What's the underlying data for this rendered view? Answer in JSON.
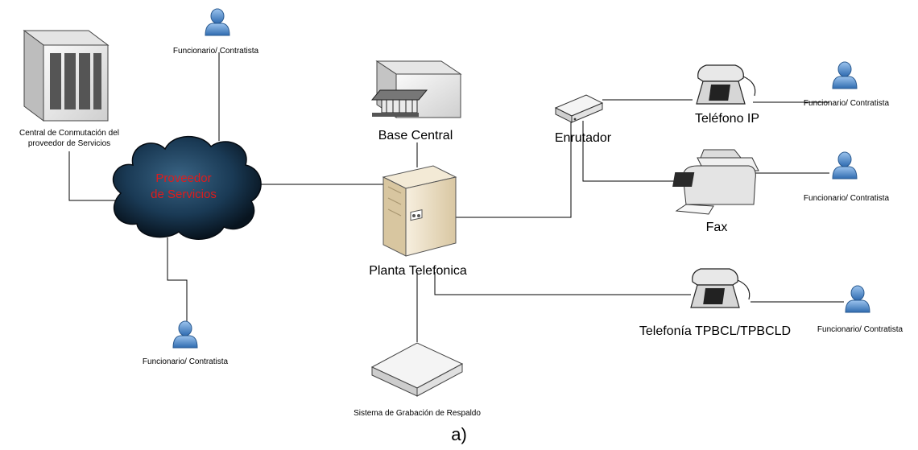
{
  "nodes": {
    "central": {
      "label_line1": "Central de Conmutación del",
      "label_line2": "proveedor de Servicios"
    },
    "cloud": {
      "label_line1": "Proveedor",
      "label_line2": "de Servicios"
    },
    "base": {
      "label": "Base Central"
    },
    "planta": {
      "label": "Planta Telefonica"
    },
    "enrutador": {
      "label": "Enrutador"
    },
    "telefono_ip": {
      "label": "Teléfono IP"
    },
    "fax": {
      "label": "Fax"
    },
    "tpbcl": {
      "label": "Telefonía TPBCL/TPBCLD"
    },
    "grabacion": {
      "label": "Sistema de Grabación de Respaldo"
    }
  },
  "users": {
    "top": "Funcionario/ Contratista",
    "bottom": "Funcionario/ Contratista",
    "ip": "Funcionario/ Contratista",
    "fax": "Funcionario/ Contratista",
    "tpbcl": "Funcionario/ Contratista"
  },
  "caption": "a)",
  "colors": {
    "cloud": "#0f2638",
    "cloud_label": "#e01b1b",
    "user": "#4a86c8",
    "server": "#eadcc0"
  }
}
